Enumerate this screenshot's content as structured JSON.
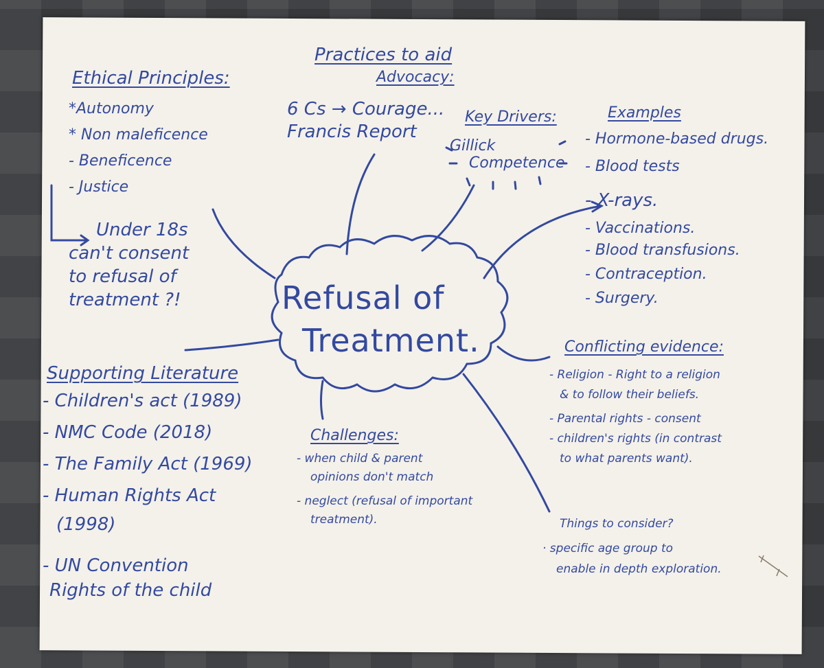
{
  "center": {
    "line1": "Refusal of",
    "line2": "Treatment."
  },
  "ethical": {
    "heading": "Ethical Principles:",
    "items": [
      "*Autonomy",
      "* Non maleficence",
      "- Beneficence",
      "- Justice"
    ]
  },
  "under18": {
    "lines": [
      "Under 18s",
      "can't consent",
      "to refusal of",
      "treatment ?!"
    ]
  },
  "practices": {
    "heading_line1": "Practices to aid",
    "heading_line2": "Advocacy:",
    "lines": [
      "6 Cs → Courage...",
      "Francis Report"
    ]
  },
  "drivers": {
    "heading": "Key Drivers:",
    "line1": "Gillick",
    "line2": "Competence"
  },
  "examples": {
    "heading": "Examples",
    "items": [
      "- Hormone-based drugs.",
      "- Blood tests",
      "- X-rays.",
      "- Vaccinations.",
      "- Blood transfusions.",
      "- Contraception.",
      "- Surgery."
    ]
  },
  "literature": {
    "heading": "Supporting Literature",
    "items": [
      "- Children's act (1989)",
      "- NMC Code (2018)",
      "- The Family Act (1969)",
      "- Human Rights Act",
      "(1998)",
      "- UN Convention",
      "Rights of the child"
    ]
  },
  "challenges": {
    "heading": "Challenges:",
    "items": [
      "- when child & parent",
      "opinions don't match",
      "- neglect (refusal of important",
      "treatment)."
    ]
  },
  "conflicting": {
    "heading": "Conflicting evidence:",
    "items": [
      "- Religion - Right to a religion",
      "& to follow their beliefs.",
      "- Parental rights - consent",
      "- children's rights (in contrast",
      "to what parents want)."
    ]
  },
  "consider": {
    "lines": [
      "Things to consider?",
      "· specific age group to",
      "enable in depth exploration."
    ]
  },
  "colors": {
    "ink": "#3349a0",
    "paper": "#f4f1ea",
    "carpet": "#3d3f42"
  }
}
